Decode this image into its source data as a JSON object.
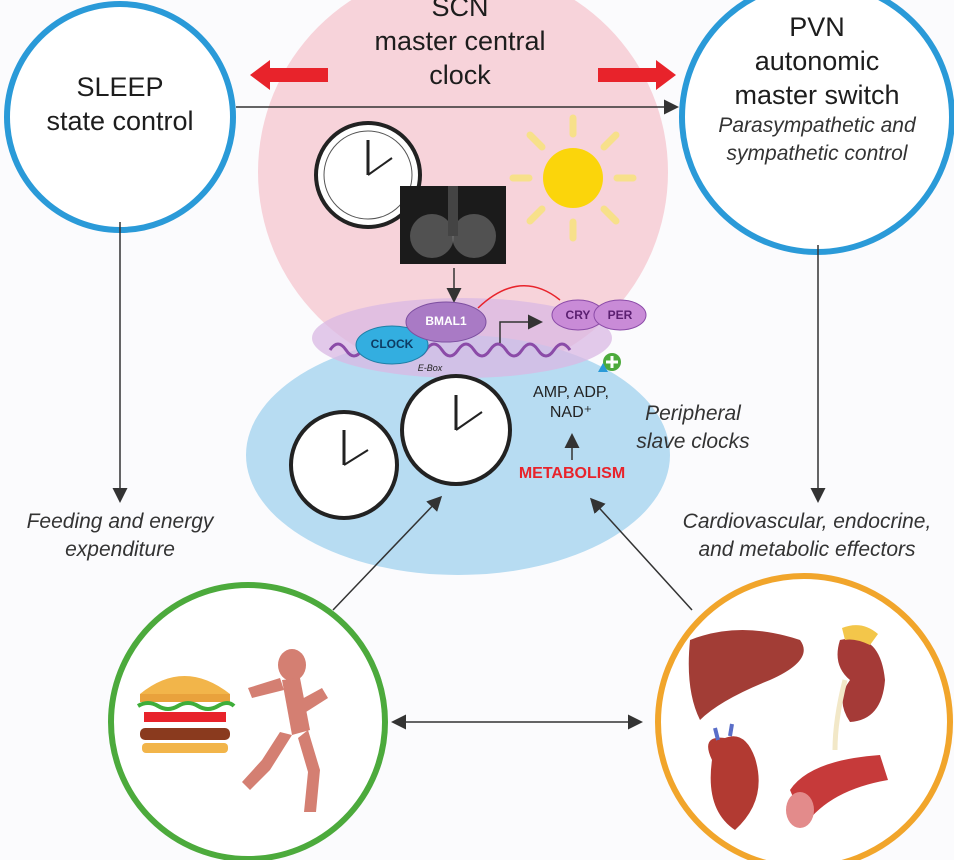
{
  "scn": {
    "line1": "SCN",
    "line2": "master central",
    "line3": "clock"
  },
  "sleep": {
    "line1": "SLEEP",
    "line2": "state control"
  },
  "pvn": {
    "line1": "PVN",
    "line2": "autonomic",
    "line3": "master switch",
    "sub1": "Parasympathetic and",
    "sub2": "sympathetic control"
  },
  "molecular": {
    "clock": "CLOCK",
    "bmal1": "BMAL1",
    "cry": "CRY",
    "per": "PER",
    "ebox": "E-Box"
  },
  "peripheral": {
    "line1": "Peripheral",
    "line2": "slave clocks",
    "metabolites1": "AMP, ADP,",
    "metabolites2": "NAD⁺",
    "metabolism": "METABOLISM"
  },
  "left_output": {
    "line1": "Feeding and energy",
    "line2": "expenditure"
  },
  "right_output": {
    "line1": "Cardiovascular, endocrine,",
    "line2": "and metabolic effectors"
  },
  "colors": {
    "scn_fill": "#f7d3da",
    "peripheral_fill": "#b7dcf2",
    "blue_ring": "#2a9ad8",
    "green_ring": "#4caa3c",
    "orange_ring": "#f1a52b",
    "red_arrow": "#e8232b",
    "metabolism_text": "#e8232b"
  }
}
